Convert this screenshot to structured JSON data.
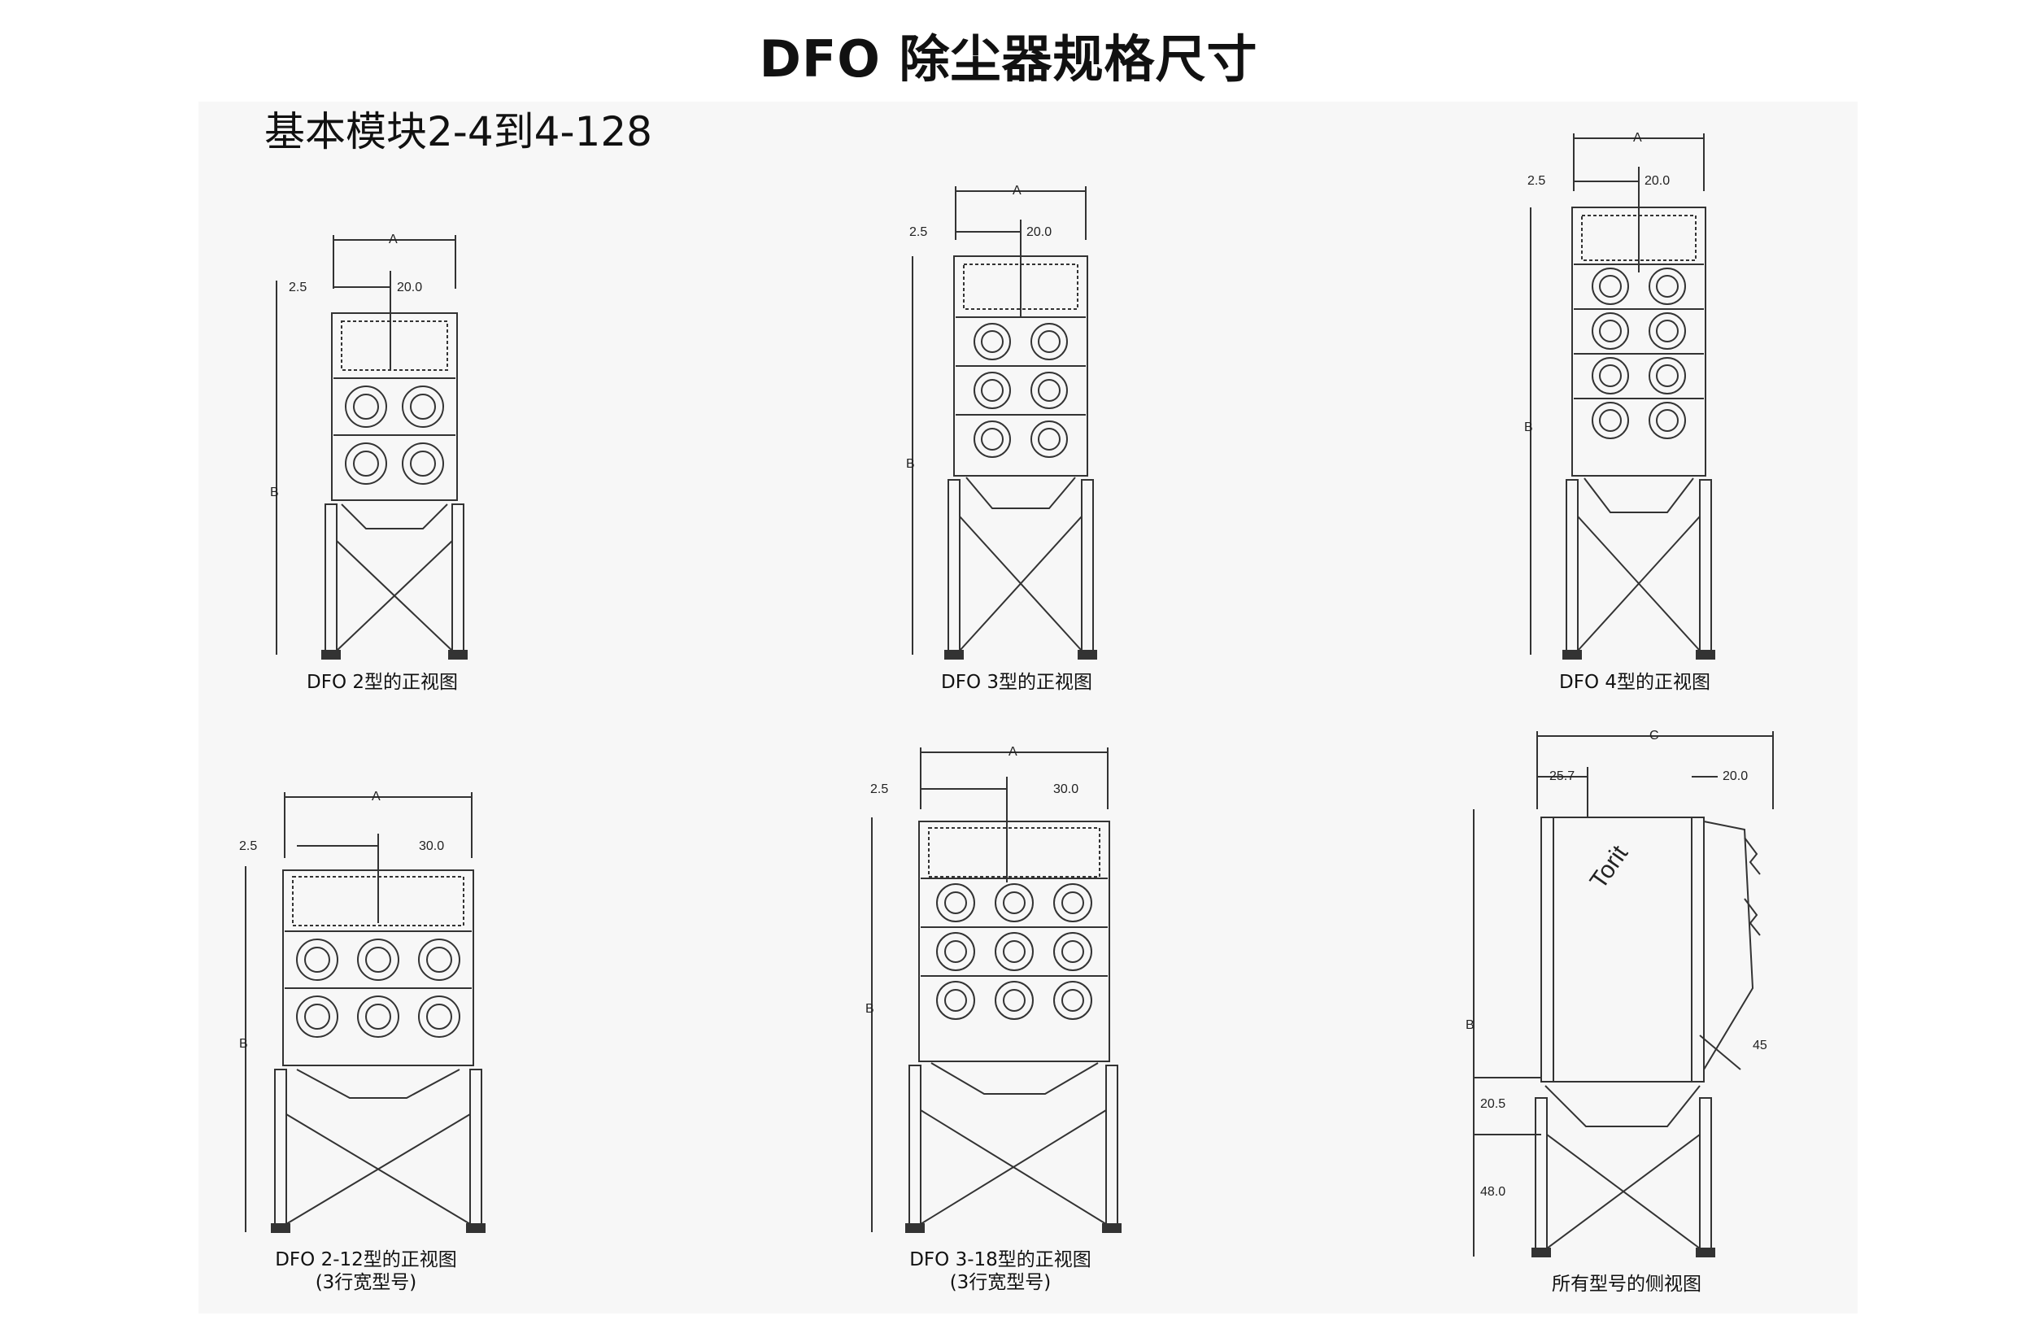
{
  "title": "DFO 除尘器规格尺寸",
  "subtitle": "基本模块2-4到4-128",
  "dims": {
    "A": "A",
    "B": "B",
    "C": "C",
    "d2_5": "2.5",
    "d20": "20.0",
    "d30": "30.0",
    "d25_7": "25.7",
    "d20_5": "20.5",
    "d48": "48.0",
    "d45": "45"
  },
  "logo": "Torit",
  "captions": {
    "dfo2": "DFO 2型的正视图",
    "dfo3": "DFO 3型的正视图",
    "dfo4": "DFO 4型的正视图",
    "dfo212": "DFO 2-12型的正视图",
    "dfo318": "DFO 3-18型的正视图",
    "wide": "(3行宽型号)",
    "side": "所有型号的侧视图"
  }
}
